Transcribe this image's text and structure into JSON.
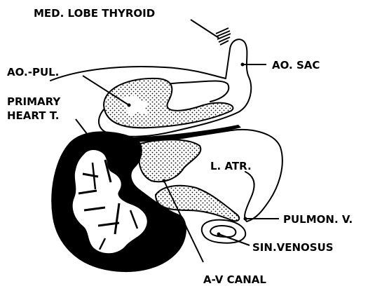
{
  "diagram": {
    "labels": {
      "med_lobe_thyroid": "MED. LOBE THYROID",
      "ao_sac": "AO. SAC",
      "ao_pul": "AO.-PUL.",
      "primary_heart_line1": "PRIMARY",
      "primary_heart_line2": "HEART T.",
      "l_atr": "L. ATR.",
      "pulmon_v": "PULMON. V.",
      "sin_venosus": "SIN.VENOSUS",
      "av_canal": "A-V CANAL"
    },
    "colors": {
      "ink": "#000000",
      "paper": "#ffffff"
    }
  }
}
